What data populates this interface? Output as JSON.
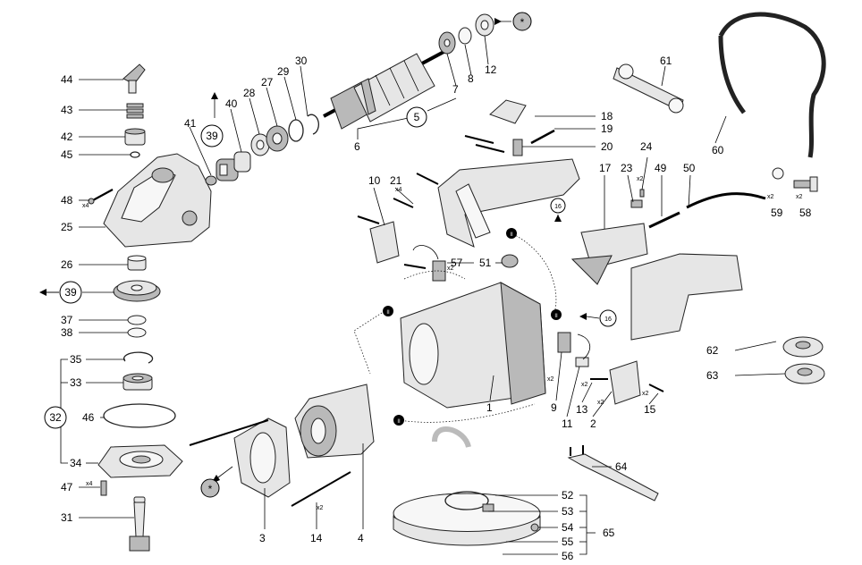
{
  "callouts": {
    "n1": "1",
    "n2": "2",
    "n3": "3",
    "n4": "4",
    "n5": "5",
    "n6": "6",
    "n7": "7",
    "n8": "8",
    "n9": "9",
    "n10": "10",
    "n11": "11",
    "n12": "12",
    "n13": "13",
    "n14": "14",
    "n15": "15",
    "n16": "16",
    "n17": "17",
    "n18": "18",
    "n19": "19",
    "n20": "20",
    "n21": "21",
    "n23": "23",
    "n24": "24",
    "n25": "25",
    "n26": "26",
    "n27": "27",
    "n28": "28",
    "n29": "29",
    "n30": "30",
    "n31": "31",
    "n32": "32",
    "n33": "33",
    "n34": "34",
    "n35": "35",
    "n37": "37",
    "n38": "38",
    "n39": "39",
    "n40": "40",
    "n41": "41",
    "n42": "42",
    "n43": "43",
    "n44": "44",
    "n45": "45",
    "n46": "46",
    "n47": "47",
    "n48": "48",
    "n49": "49",
    "n50": "50",
    "n51": "51",
    "n52": "52",
    "n53": "53",
    "n54": "54",
    "n55": "55",
    "n56": "56",
    "n57": "57",
    "n58": "58",
    "n59": "59",
    "n60": "60",
    "n61": "61",
    "n62": "62",
    "n63": "63",
    "n64": "64",
    "n65": "65"
  },
  "quantities": {
    "x2": "x2",
    "x4": "x4"
  },
  "symbols": {
    "star": "*",
    "roman_two": "II"
  }
}
